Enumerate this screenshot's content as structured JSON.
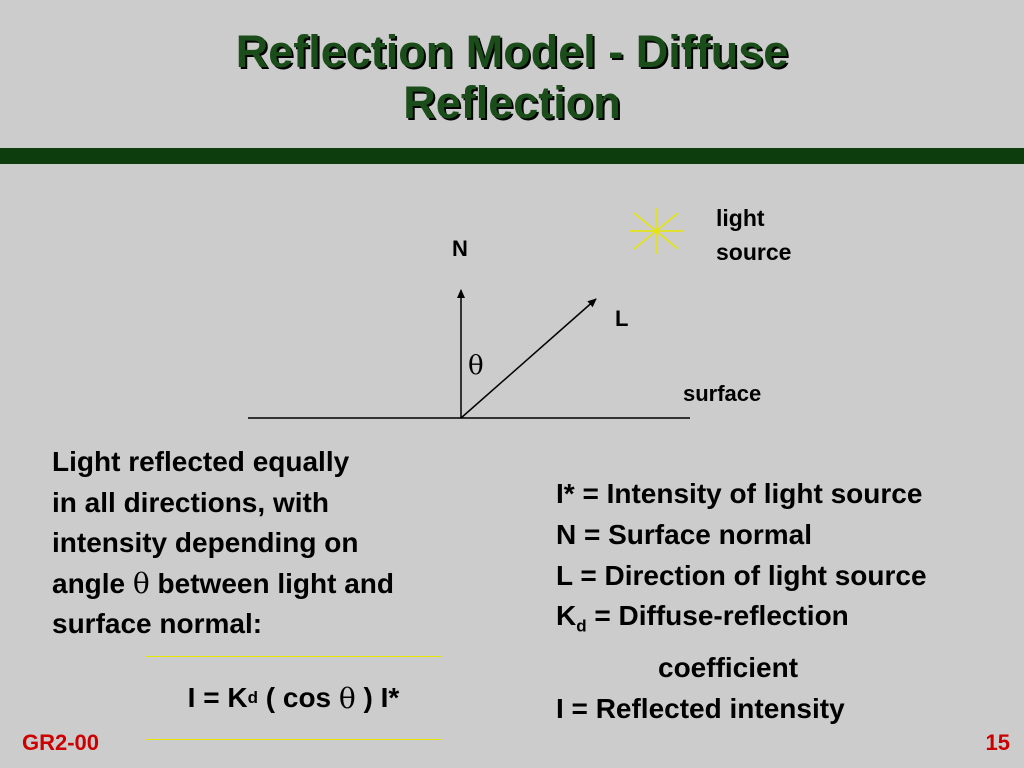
{
  "slide": {
    "title_line1": "Reflection Model - Diffuse",
    "title_line2": "Reflection",
    "footer_left": "GR2-00",
    "page_number": "15"
  },
  "diagram": {
    "light_label_line1": "light",
    "light_label_line2": "source",
    "normal_label": "N",
    "light_dir_label": "L",
    "angle_label": "θ",
    "surface_label": "surface",
    "light_icon": "star-burst-icon",
    "light_color": "#e6e600"
  },
  "description": {
    "line1": "Light reflected equally",
    "line2": "in all directions, with",
    "line3": "intensity depending on",
    "line4_pre": "angle ",
    "line4_theta": "θ",
    "line4_post": " between light and",
    "line5": "surface normal:"
  },
  "formula": {
    "pre": "I = K",
    "sub": "d",
    "mid": " ( cos ",
    "theta": "θ",
    "post": " ) I*"
  },
  "definitions": {
    "line1": "I* = Intensity of light source",
    "line2": "N = Surface normal",
    "line3": "L = Direction of light source",
    "line4_k": "K",
    "line4_sub": "d",
    "line4_rest": " = Diffuse-reflection",
    "line5": "coefficient",
    "line6": "I = Reflected intensity"
  },
  "colors": {
    "background": "#cccccc",
    "title": "#1a4d1a",
    "rule": "#0d3d0d",
    "footer": "#cc0000",
    "box_border": "#e6e600"
  }
}
